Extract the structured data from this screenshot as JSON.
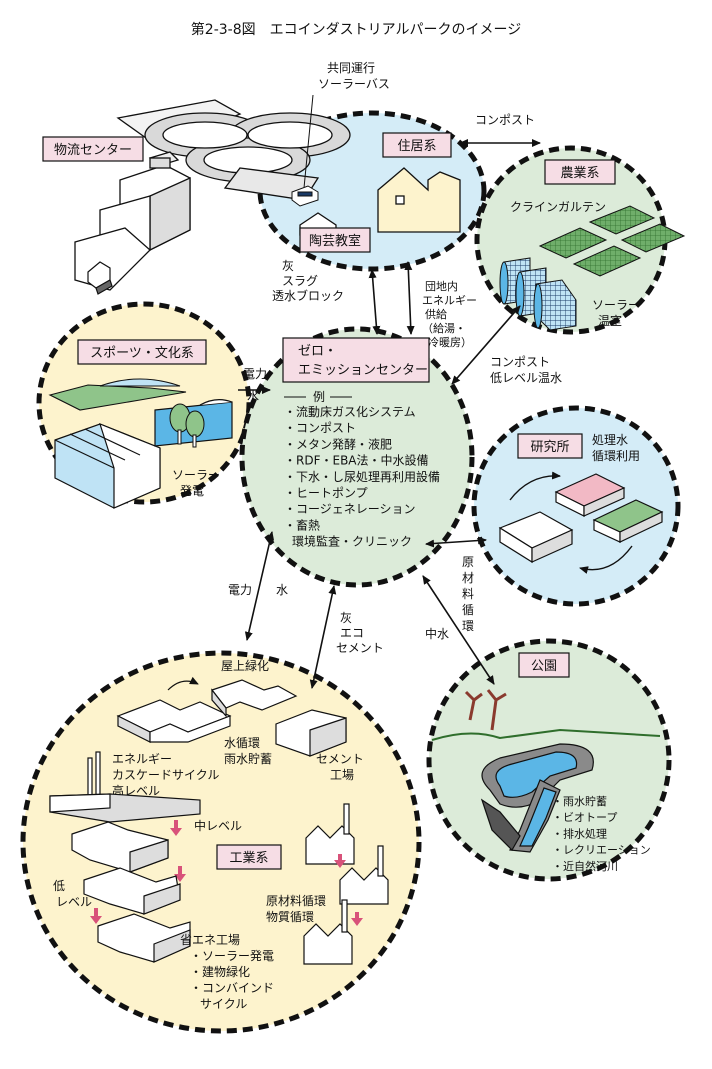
{
  "title": "第2-3-8図　エコインダストリアルパークのイメージ",
  "colors": {
    "blue": "#d4ecf7",
    "green": "#dcebd9",
    "yellow": "#fdf3cd",
    "label_bg": "#f6dde5",
    "pink": "#f2b9c5",
    "leaf": "#6fae6a",
    "water": "#5bb6e6",
    "arrow_pink": "#d8527a"
  },
  "labels": {
    "solar_bus": "共同運行",
    "solar_bus2": "ソーラーバス",
    "logistics": "物流センター",
    "residential": "住居系",
    "pottery": "陶芸教室",
    "compost_top": "コンポスト",
    "agriculture": "農業系",
    "kleingarten": "クラインガルテン",
    "solar_greenhouse1": "ソーラー",
    "solar_greenhouse2": "温室",
    "ash1": "灰",
    "ash2": "スラグ",
    "ash3": "透水ブロック",
    "energy1": "団地内",
    "energy2": "エネルギー",
    "energy3": "供給",
    "energy4": "（給湯・",
    "energy5": "冷暖房）",
    "sports": "スポーツ・文化系",
    "power_left": "電力",
    "water_left": "水",
    "zero1": "ゼロ・",
    "zero2": "エミッションセンター",
    "compost_right1": "コンポスト",
    "compost_right2": "低レベル温水",
    "solar_power1": "ソーラー",
    "solar_power2": "発電",
    "research": "研究所",
    "treated1": "処理水",
    "treated2": "循環利用",
    "raw1": "原",
    "raw2": "材",
    "raw3": "料",
    "raw4": "循",
    "raw5": "環",
    "mid_water": "中水",
    "power_bottom": "電力",
    "water_bottom": "水",
    "ash_eco1": "灰",
    "ash_eco2": "エコ",
    "ash_eco3": "セメント",
    "park": "公園",
    "rooftop": "屋上緑化",
    "water_cycle1": "水循環",
    "water_cycle2": "雨水貯蓄",
    "cement1": "セメント",
    "cement2": "工場",
    "energy_cascade1": "エネルギー",
    "energy_cascade2": "カスケードサイクル",
    "high_level": "高レベル",
    "mid_level": "中レベル",
    "low_level1": "低",
    "low_level2": "レベル",
    "industrial": "工業系",
    "material_cycle1": "原材料循環",
    "material_cycle2": "物質循環",
    "energy_saving": "省エネ工場",
    "es_item1": "・ソーラー発電",
    "es_item2": "・建物緑化",
    "es_item3": "・コンバインド",
    "es_item4": "サイクル"
  },
  "example_header": "例",
  "example_items": [
    "・流動床ガス化システム",
    "・コンポスト",
    "・メタン発酵・液肥",
    "・RDF・EBA法・中水設備",
    "・下水・し尿処理再利用設備",
    "・ヒートポンプ",
    "・コージェネレーション",
    "・畜熱",
    "環境監査・クリニック"
  ],
  "park_items": [
    "・雨水貯蓄",
    "・ビオトープ",
    "・排水処理",
    "・レクリエーション",
    "・近自然河川"
  ]
}
